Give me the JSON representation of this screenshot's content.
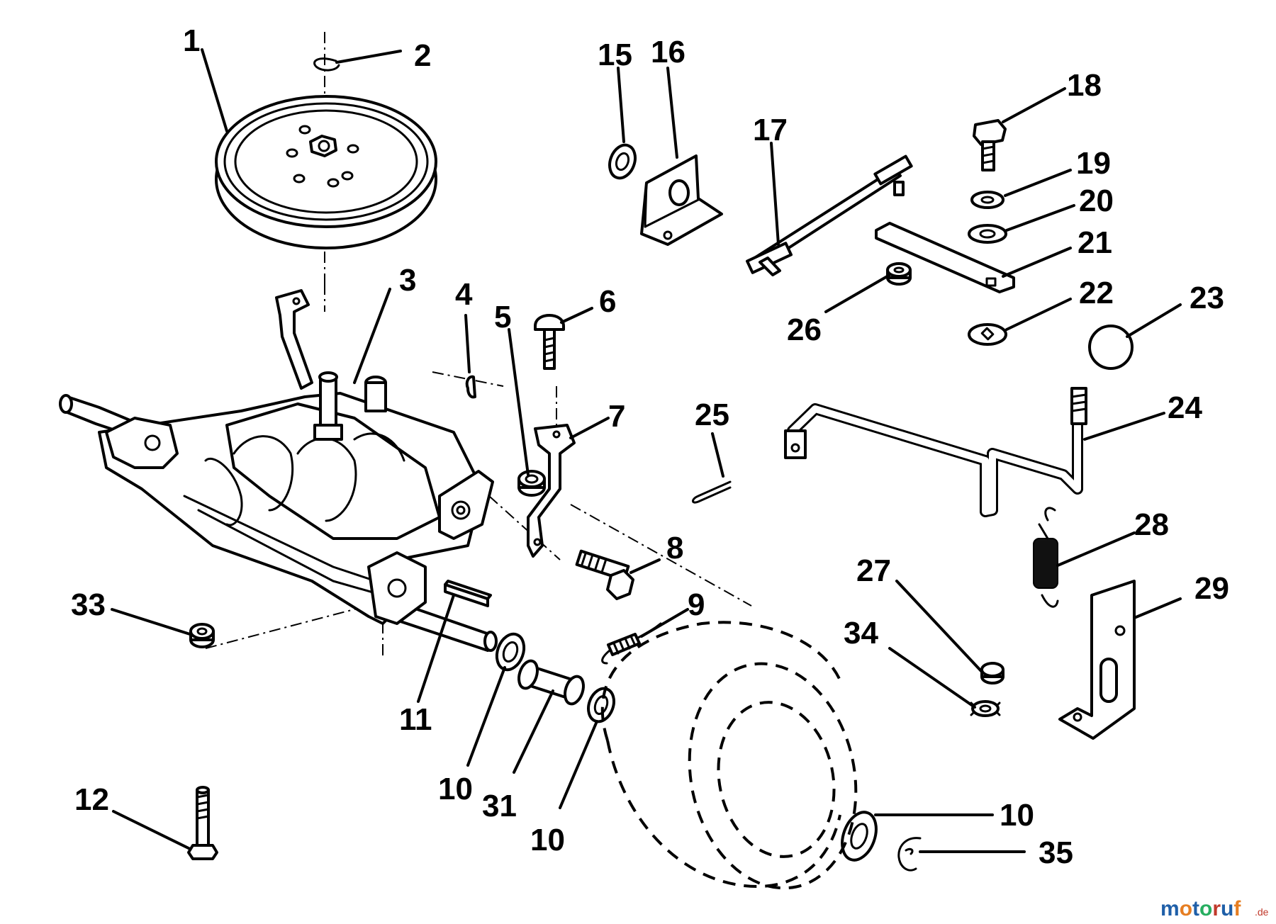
{
  "diagram": {
    "labels": [
      {
        "key": "l1",
        "text": "1"
      },
      {
        "key": "l2",
        "text": "2"
      },
      {
        "key": "l3",
        "text": "3"
      },
      {
        "key": "l4",
        "text": "4"
      },
      {
        "key": "l5",
        "text": "5"
      },
      {
        "key": "l6",
        "text": "6"
      },
      {
        "key": "l7",
        "text": "7"
      },
      {
        "key": "l8",
        "text": "8"
      },
      {
        "key": "l9",
        "text": "9"
      },
      {
        "key": "l10a",
        "text": "10"
      },
      {
        "key": "l10b",
        "text": "10"
      },
      {
        "key": "l10c",
        "text": "10"
      },
      {
        "key": "l11",
        "text": "11"
      },
      {
        "key": "l12",
        "text": "12"
      },
      {
        "key": "l15",
        "text": "15"
      },
      {
        "key": "l16",
        "text": "16"
      },
      {
        "key": "l17",
        "text": "17"
      },
      {
        "key": "l18",
        "text": "18"
      },
      {
        "key": "l19",
        "text": "19"
      },
      {
        "key": "l20",
        "text": "20"
      },
      {
        "key": "l21",
        "text": "21"
      },
      {
        "key": "l22",
        "text": "22"
      },
      {
        "key": "l23",
        "text": "23"
      },
      {
        "key": "l24",
        "text": "24"
      },
      {
        "key": "l25",
        "text": "25"
      },
      {
        "key": "l26",
        "text": "26"
      },
      {
        "key": "l27",
        "text": "27"
      },
      {
        "key": "l28",
        "text": "28"
      },
      {
        "key": "l29",
        "text": "29"
      },
      {
        "key": "l31",
        "text": "31"
      },
      {
        "key": "l33",
        "text": "33"
      },
      {
        "key": "l34",
        "text": "34"
      },
      {
        "key": "l35",
        "text": "35"
      }
    ]
  },
  "watermark": {
    "brand_letters": [
      "m",
      "o",
      "t",
      "o",
      "r",
      "u",
      "f"
    ],
    "brand_colors": [
      "#1f5fa8",
      "#e67e22",
      "#1f5fa8",
      "#27ae60",
      "#c0392b",
      "#1f5fa8",
      "#e67e22"
    ],
    "suffix": ".de"
  }
}
